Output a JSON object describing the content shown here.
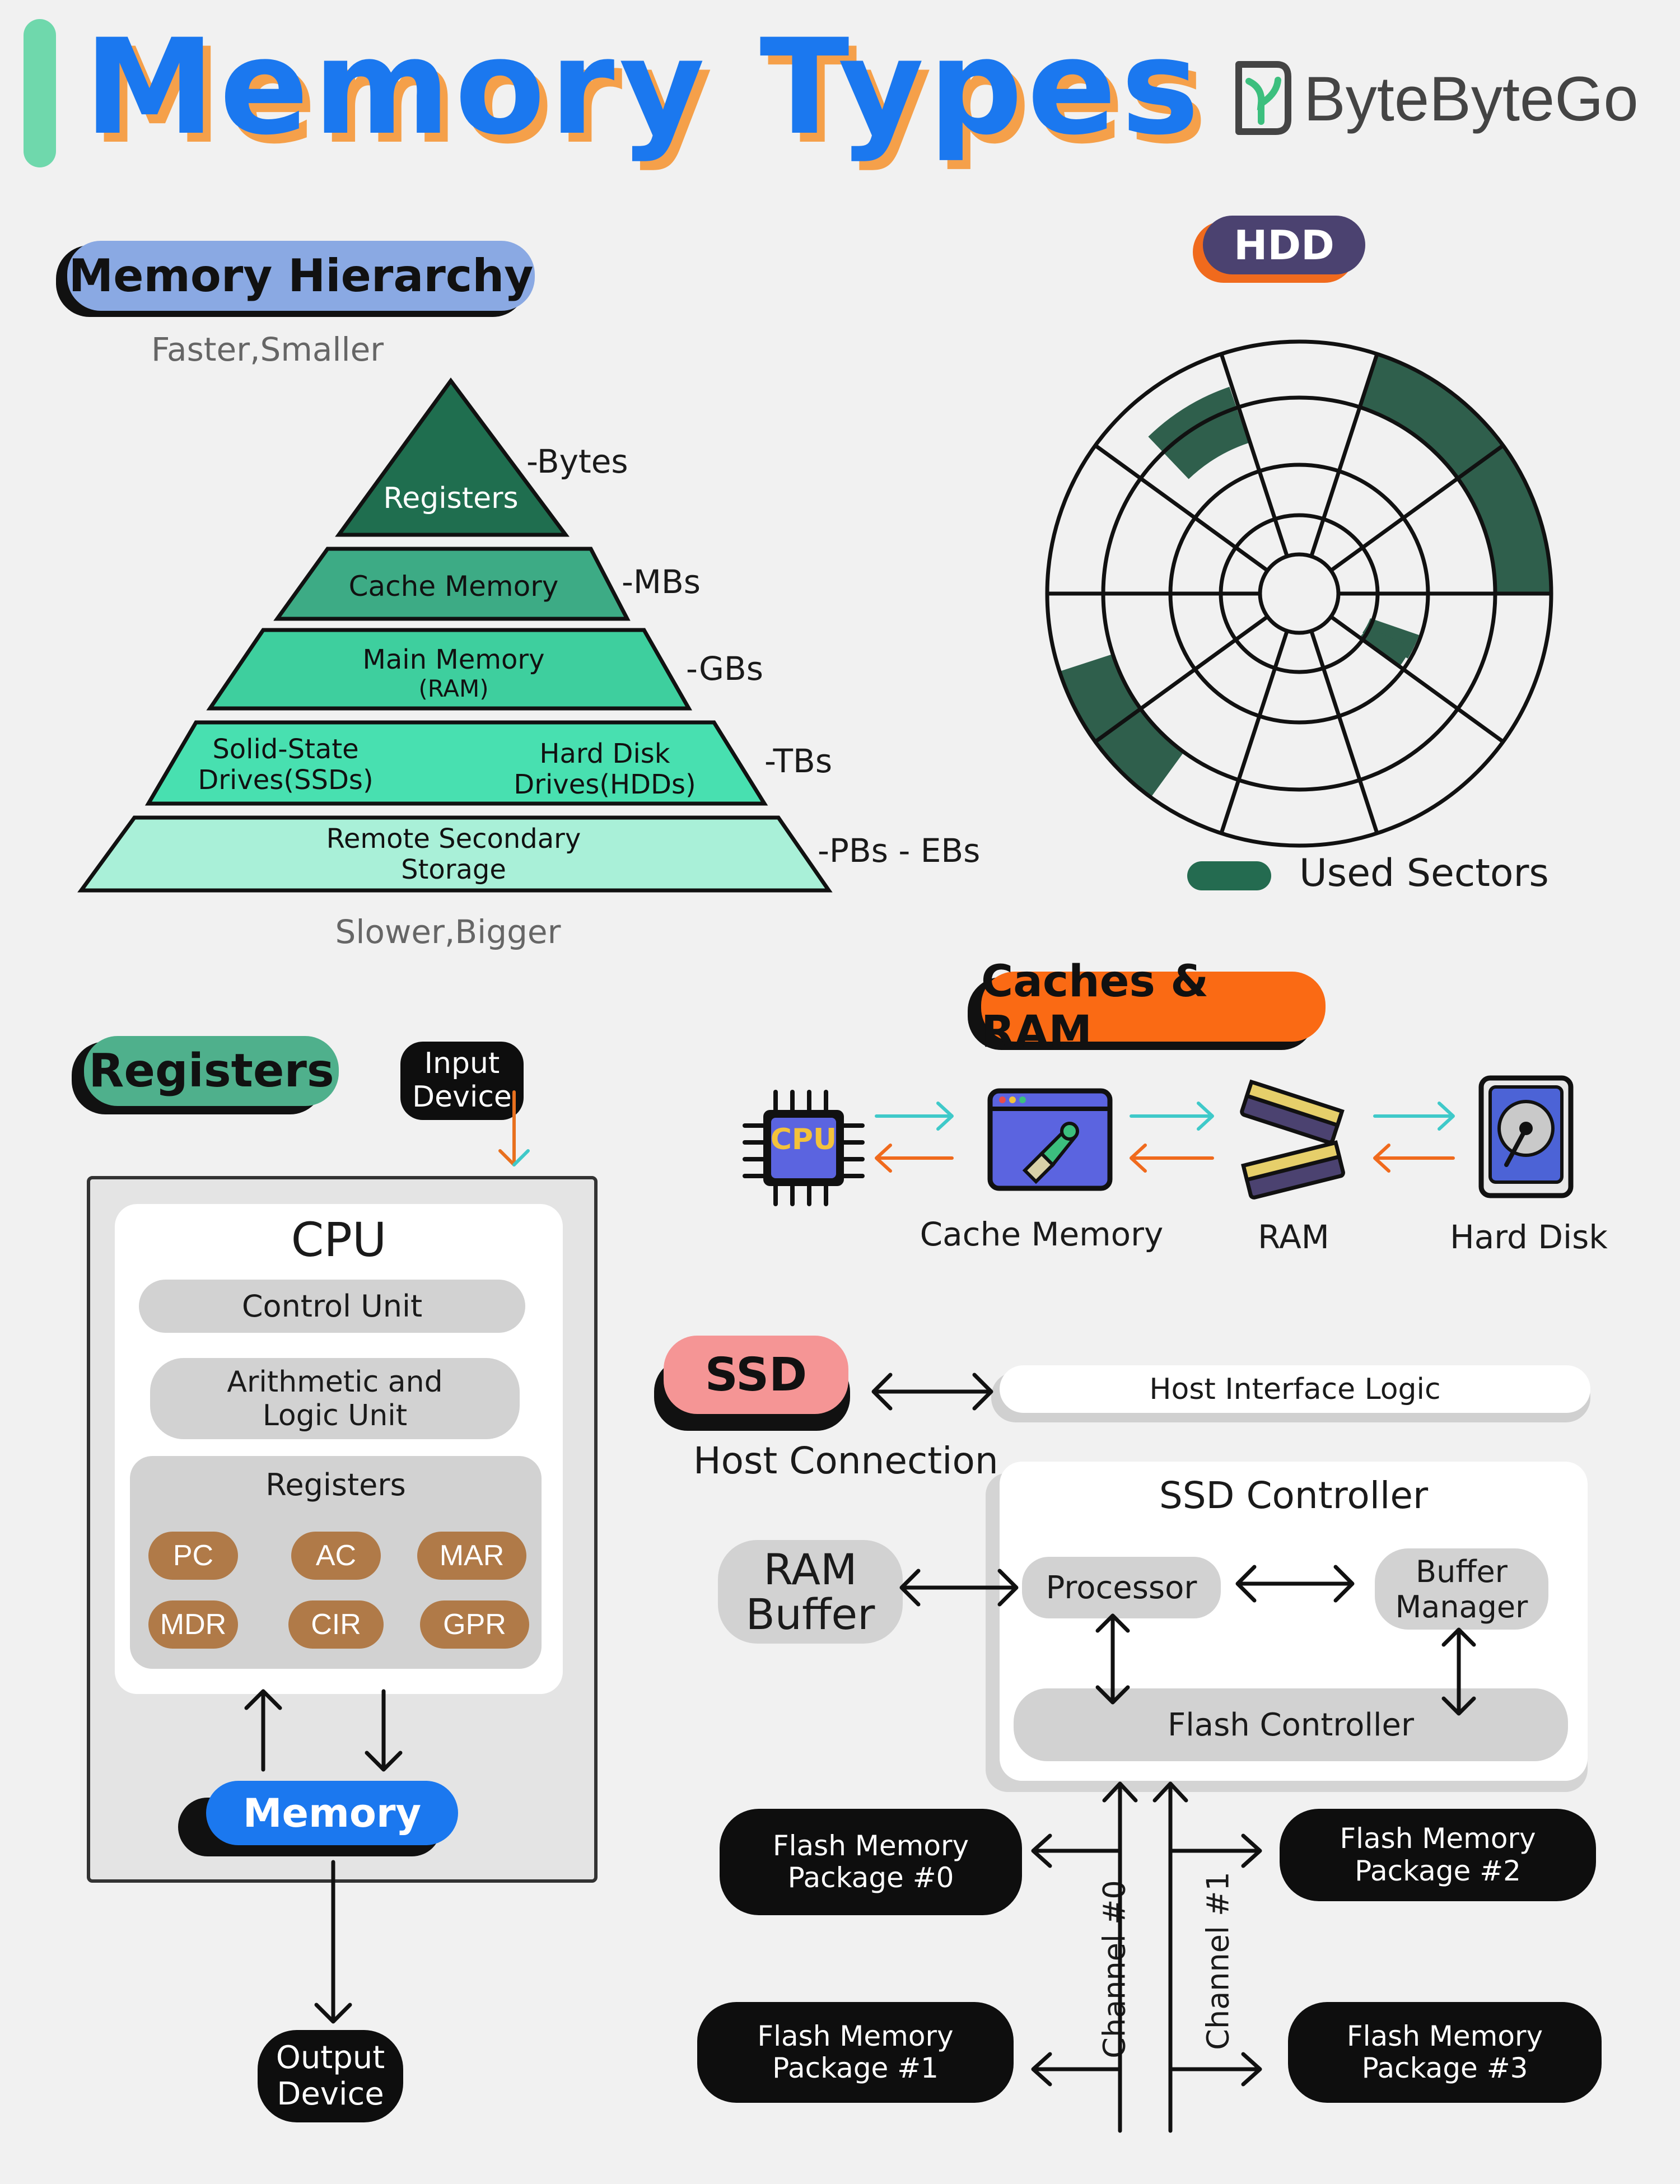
{
  "header": {
    "title": "Memory Types",
    "brand": "ByteByteGo"
  },
  "hierarchy": {
    "badge": "Memory Hierarchy",
    "top_caption": "Faster,Smaller",
    "bottom_caption": "Slower,Bigger",
    "levels": [
      {
        "label": "Registers",
        "size": "-Bytes"
      },
      {
        "label": "Cache Memory",
        "size": "-MBs"
      },
      {
        "label": "Main Memory (RAM)",
        "label_line1": "Main Memory",
        "label_line2": "(RAM)",
        "size": "-GBs"
      },
      {
        "label_left_1": "Solid-State",
        "label_left_2": "Drives(SSDs)",
        "label_right_1": "Hard Disk",
        "label_right_2": "Drives(HDDs)",
        "size": "-TBs"
      },
      {
        "label_line1": "Remote Secondary",
        "label_line2": "Storage",
        "size": "-PBs - EBs"
      }
    ],
    "colors": [
      "#1f6e4f",
      "#3dab85",
      "#3ecf9e",
      "#48e0b0",
      "#a9f0d8"
    ]
  },
  "hdd": {
    "badge": "HDD",
    "legend": "Used Sectors",
    "used_color": "#2f5f4c"
  },
  "caches": {
    "badge": "Caches & RAM",
    "cpu_chip_text": "CPU",
    "labels": [
      "Cache Memory",
      "RAM",
      "Hard Disk"
    ]
  },
  "registers": {
    "badge": "Registers",
    "input_device": [
      "Input",
      "Device"
    ],
    "cpu_title": "CPU",
    "control_unit": "Control Unit",
    "alu": [
      "Arithmetic and",
      "Logic Unit"
    ],
    "registers_title": "Registers",
    "chips": [
      "PC",
      "AC",
      "MAR",
      "MDR",
      "CIR",
      "GPR"
    ],
    "memory": "Memory",
    "output_device": [
      "Output",
      "Device"
    ]
  },
  "ssd": {
    "badge": "SSD",
    "host_connection": "Host Connection",
    "host_interface": "Host Interface Logic",
    "controller_title": "SSD Controller",
    "ram_buffer": [
      "RAM",
      "Buffer"
    ],
    "processor": "Processor",
    "buffer_manager": [
      "Buffer",
      "Manager"
    ],
    "flash_controller": "Flash Controller",
    "channels": [
      "Channel #0",
      "Channel #1"
    ],
    "packages": [
      [
        "Flash Memory",
        "Package #0"
      ],
      [
        "Flash Memory",
        "Package #1"
      ],
      [
        "Flash Memory",
        "Package #2"
      ],
      [
        "Flash Memory",
        "Package #3"
      ]
    ]
  }
}
